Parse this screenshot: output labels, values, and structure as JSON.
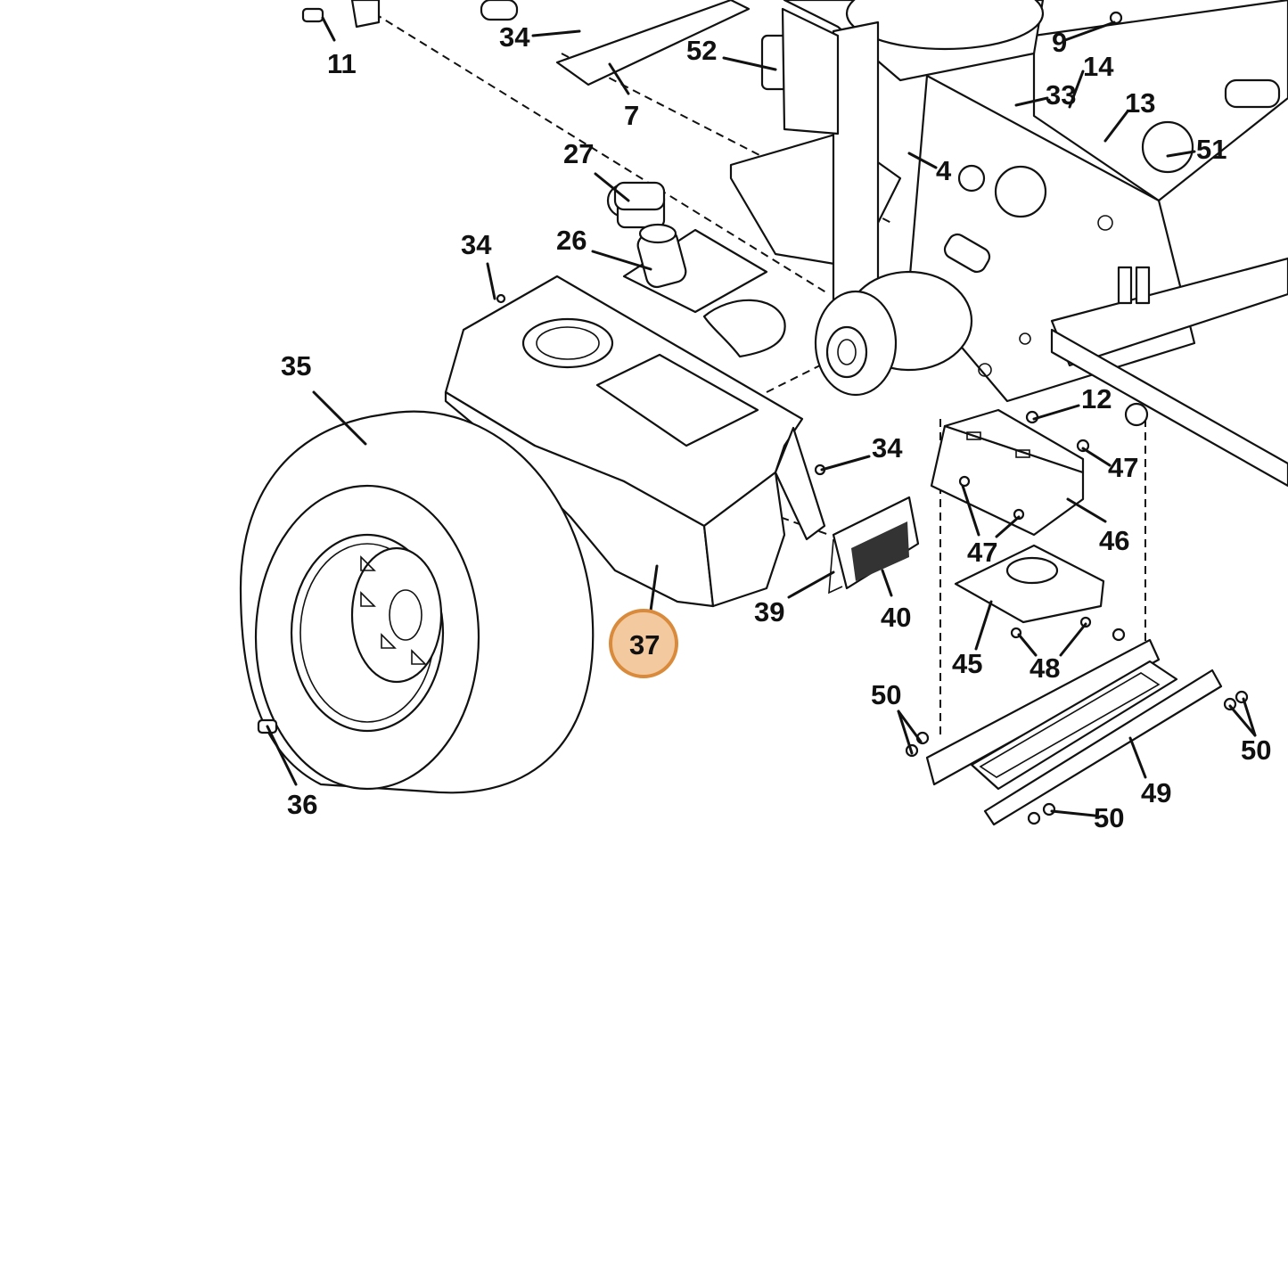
{
  "highlighted_callout": {
    "label": "37",
    "fill_color": "#f3c9a0",
    "stroke_color": "#d98a3a"
  },
  "callouts": [
    {
      "id": "c11",
      "label": "11"
    },
    {
      "id": "c34a",
      "label": "34"
    },
    {
      "id": "c7",
      "label": "7"
    },
    {
      "id": "c52",
      "label": "52"
    },
    {
      "id": "c9",
      "label": "9"
    },
    {
      "id": "c14",
      "label": "14"
    },
    {
      "id": "c33",
      "label": "33"
    },
    {
      "id": "c13",
      "label": "13"
    },
    {
      "id": "c51",
      "label": "51"
    },
    {
      "id": "c4",
      "label": "4"
    },
    {
      "id": "c27",
      "label": "27"
    },
    {
      "id": "c26",
      "label": "26"
    },
    {
      "id": "c34b",
      "label": "34"
    },
    {
      "id": "c35",
      "label": "35"
    },
    {
      "id": "c12",
      "label": "12"
    },
    {
      "id": "c47a",
      "label": "47"
    },
    {
      "id": "c34c",
      "label": "34"
    },
    {
      "id": "c47b",
      "label": "47"
    },
    {
      "id": "c46",
      "label": "46"
    },
    {
      "id": "c39",
      "label": "39"
    },
    {
      "id": "c40",
      "label": "40"
    },
    {
      "id": "c45",
      "label": "45"
    },
    {
      "id": "c48",
      "label": "48"
    },
    {
      "id": "c50a",
      "label": "50"
    },
    {
      "id": "c50b",
      "label": "50"
    },
    {
      "id": "c49",
      "label": "49"
    },
    {
      "id": "c50c",
      "label": "50"
    },
    {
      "id": "c36",
      "label": "36"
    }
  ]
}
